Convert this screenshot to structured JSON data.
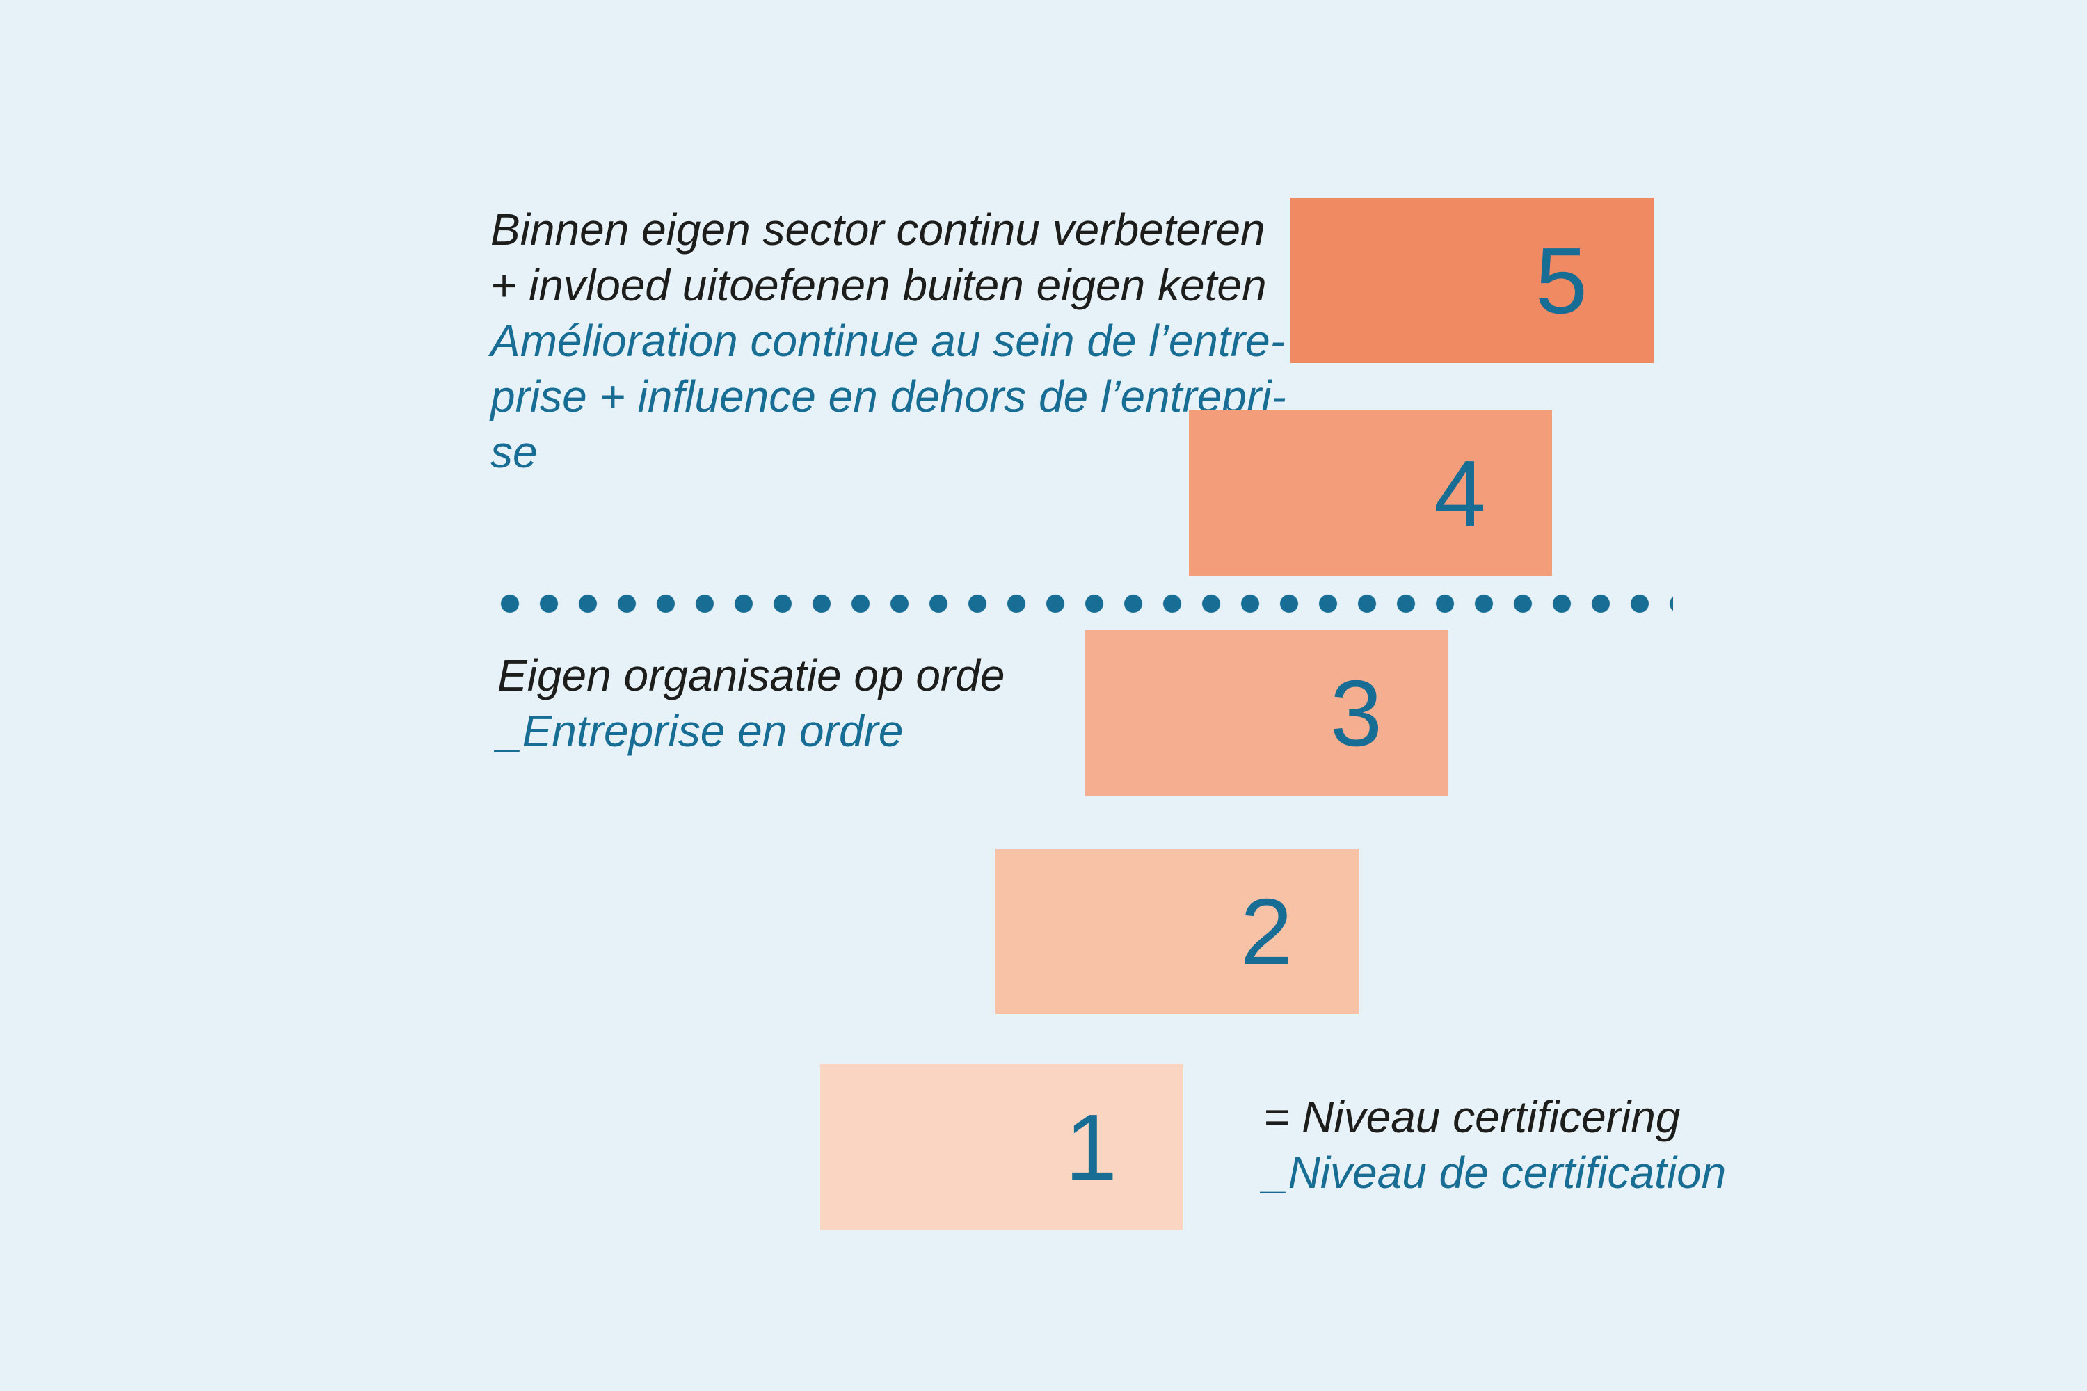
{
  "colors": {
    "background": "#e7f2f8",
    "accent_teal": "#176d94",
    "text_black": "#1d1d1b",
    "step1": "#fad5c2",
    "step2": "#f8c2a7",
    "step3": "#f5ae90",
    "step4": "#f49d7b",
    "step5": "#f08a63"
  },
  "steps": [
    {
      "label": "1",
      "color": "#fad5c2"
    },
    {
      "label": "2",
      "color": "#f8c2a7"
    },
    {
      "label": "3",
      "color": "#f5ae90"
    },
    {
      "label": "4",
      "color": "#f49d7b"
    },
    {
      "label": "5",
      "color": "#f08a63"
    }
  ],
  "labels": {
    "upper": {
      "nl_lines": [
        "Binnen eigen sector continu verbeteren",
        "+ invloed uitoefenen buiten eigen keten"
      ],
      "fr_lines": [
        "Amélioration continue au sein de l’entre-",
        "prise + influence en dehors de l’entrepri-",
        "se"
      ]
    },
    "middle": {
      "nl": "Eigen organisatie op orde",
      "fr": "_Entreprise en ordre"
    },
    "legend": {
      "nl": "= Niveau certificering",
      "fr": "_Niveau de certification"
    }
  }
}
